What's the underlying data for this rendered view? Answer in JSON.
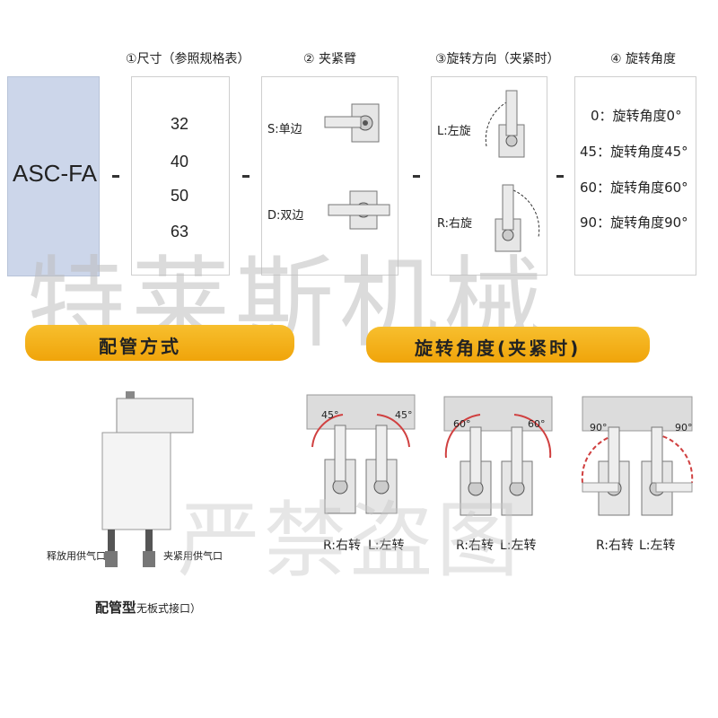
{
  "header": {
    "col1": "①尺寸（参照规格表）",
    "col2": "② 夹紧臂",
    "col3": "③旋转方向（夹紧时）",
    "col4": "④  旋转角度"
  },
  "model_code": "ASC-FA",
  "sizes": [
    "32",
    "40",
    "50",
    "63"
  ],
  "arm_options": {
    "single": "S:单边",
    "double": "D:双边"
  },
  "direction_options": {
    "left": "L:左旋",
    "right": "R:右旋"
  },
  "angle_options": [
    "0：旋转角度0°",
    "45：旋转角度45°",
    "60：旋转角度60°",
    "90：旋转角度90°"
  ],
  "watermarks": {
    "main": "特莱斯机械",
    "secondary": "严禁盗图"
  },
  "banners": {
    "piping": "配管方式",
    "rotation": "旋转角度(夹紧时)"
  },
  "piping": {
    "release_port": "释放用供气口",
    "clamp_port": "夹紧用供气口",
    "type_title": "配管型",
    "type_note": "（无板式接口）"
  },
  "rotation_diagrams": [
    {
      "angle_left": "45°",
      "angle_right": "45°",
      "right_label": "R:右转",
      "left_label": "L:左转"
    },
    {
      "angle_left": "60°",
      "angle_right": "60°",
      "right_label": "R:右转",
      "left_label": "L:左转"
    },
    {
      "angle_left": "90°",
      "angle_right": "90°",
      "right_label": "R:右转",
      "left_label": "L:左转"
    }
  ],
  "colors": {
    "code_bg": "#ccd6ea",
    "banner": "#f0a40a",
    "arc": "#d04040"
  }
}
